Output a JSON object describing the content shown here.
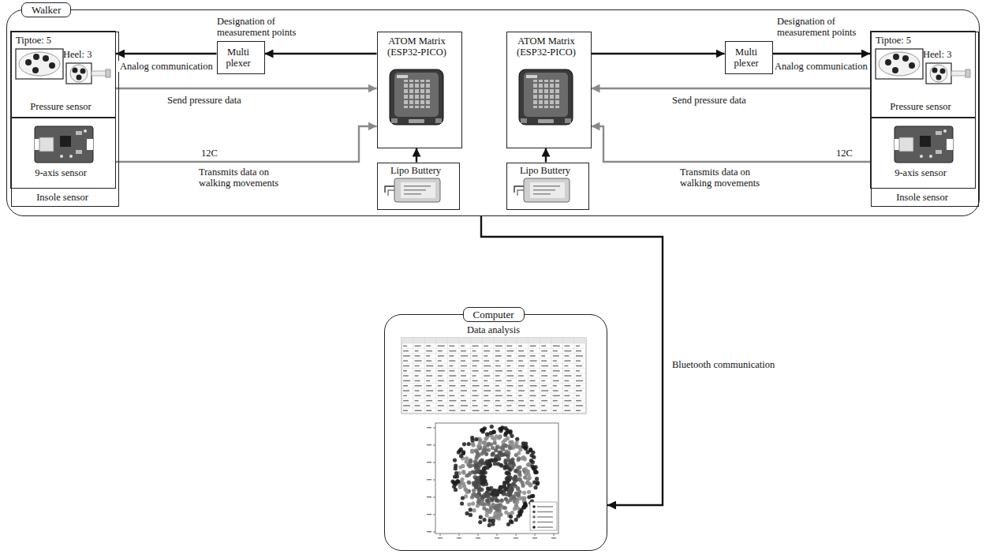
{
  "diagram": {
    "nodes": [
      {
        "text": [
          "Walker"
        ]
      },
      {
        "text": [
          "Insole sensor"
        ],
        "in": 0
      },
      {
        "text": [
          "Tiptoe: 5",
          "Heel: 3",
          "Pressure sensor"
        ],
        "in": 1
      },
      {
        "text": [
          "9-axis sensor"
        ],
        "in": 1
      },
      {
        "text": [
          "Multi plexer"
        ],
        "in": 0
      },
      {
        "text": [
          "ATOM Matrix (ESP32-PICO)"
        ],
        "in": 0
      },
      {
        "text": [
          "Lipo Buttery"
        ],
        "in": 0
      },
      {
        "text": [
          "ATOM Matrix (ESP32-PICO)"
        ],
        "in": 0
      },
      {
        "text": [
          "Multi plexer"
        ],
        "in": 0
      },
      {
        "text": [
          "Lipo Buttery"
        ],
        "in": 0
      },
      {
        "text": [
          "Insole sensor"
        ],
        "in": 0
      },
      {
        "text": [
          "Tiptoe: 5",
          "Heel: 3",
          "Pressure sensor"
        ],
        "in": 10
      },
      {
        "text": [
          "9-axis sensor"
        ],
        "in": 10
      },
      {
        "text": [
          "Computer",
          "Data analysis"
        ]
      }
    ],
    "edges": [
      {
        "from": 5,
        "to": 4,
        "arrow": "to"
      },
      {
        "from": 4,
        "to": 2,
        "label": "Analog communication",
        "arrow": "to"
      },
      {
        "from": 2,
        "to": 5,
        "label": "Send pressure data",
        "arrow": "to"
      },
      {
        "from": 3,
        "to": 5,
        "label": "Transmits data on walking movements",
        "arrow": "to"
      },
      {
        "from": 6,
        "to": 5,
        "arrow": "to"
      },
      {
        "from": 7,
        "to": 8,
        "arrow": "to"
      },
      {
        "from": 8,
        "to": 11,
        "label": "Analog communication",
        "arrow": "to"
      },
      {
        "from": 11,
        "to": 7,
        "label": "Send pressure data",
        "arrow": "to"
      },
      {
        "from": 12,
        "to": 7,
        "label": "Transmits data on walking movements",
        "arrow": "to"
      },
      {
        "from": 9,
        "to": 7,
        "arrow": "to"
      },
      {
        "from": 0,
        "to": 13,
        "label": "Bluetooth communication",
        "arrow": "to"
      }
    ],
    "labels": [
      "Designation of measurement points",
      "12C",
      "Designation of measurement points",
      "12C"
    ]
  }
}
